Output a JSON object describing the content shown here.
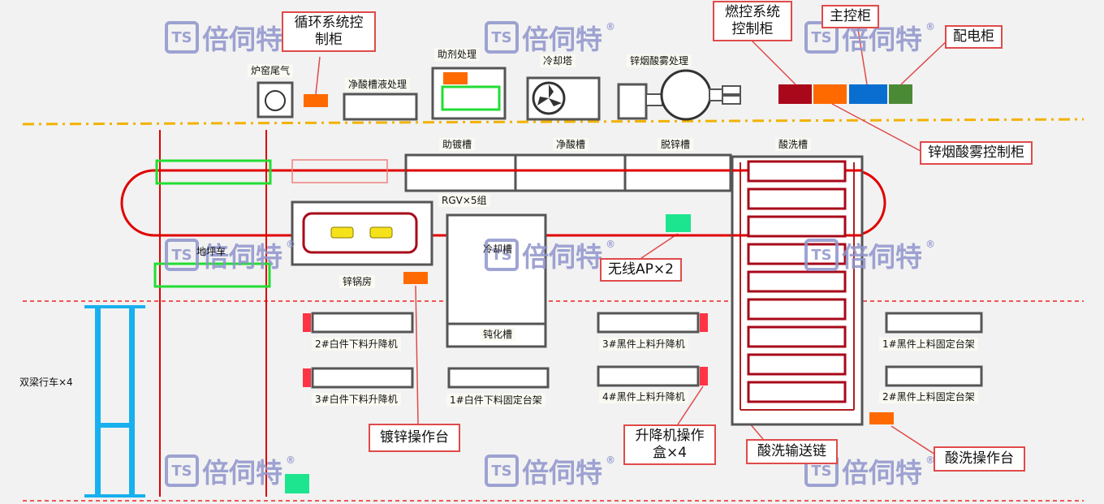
{
  "watermark": {
    "brand_text": "倍伺特",
    "reg_mark": "®",
    "logo_mark": "TS"
  },
  "areas": {
    "kiln_exhaust": "炉窑尾气",
    "acid_liquid": "净酸槽液处理",
    "flux_treatment": "助剂处理",
    "cooling_tower": "冷却塔",
    "zinc_fume_treatment": "锌烟酸雾处理",
    "flux_tank": "助镀槽",
    "clean_acid_tank": "净酸槽",
    "dezinc_tank": "脱锌槽",
    "pickling_tank": "酸洗槽",
    "rgv": "RGV×5组",
    "pit_car": "地坪车",
    "cooling_tank": "冷却槽",
    "zinc_pot_room": "锌锅房",
    "passivation_tank": "钝化槽",
    "white_lift_2": "2#白件下料升降机",
    "white_lift_3": "3#白件下料升降机",
    "white_rack_1": "1#白件下料固定台架",
    "black_lift_3": "3#黑件上料升降机",
    "black_lift_4": "4#黑件上料升降机",
    "black_rack_1": "1#黑件上料固定台架",
    "black_rack_2": "2#黑件上料固定台架",
    "double_crane": "双梁行车×4"
  },
  "callouts": {
    "circulation_cabinet": "循环系统控制柜",
    "burner_cabinet": "燃控系统控制柜",
    "main_cabinet": "主控柜",
    "power_cabinet": "配电柜",
    "zinc_fume_cabinet": "锌烟酸雾控制柜",
    "wireless_ap": "无线AP×2",
    "galv_console": "镀锌操作台",
    "lift_box": "升降机操作盒×4",
    "pickling_chain": "酸洗输送链",
    "pickling_console": "酸洗操作台"
  },
  "colors": {
    "cabinet_darkred": "#a8081a",
    "cabinet_orange": "#ff6a00",
    "cabinet_blue": "#0a6ed0",
    "cabinet_green": "#4a8a34",
    "wireless_green": "#1de58f",
    "track_red": "#e00000",
    "rack_green": "#22dd33",
    "crane_blue": "#18b0ee",
    "yellow": "#f5e21a",
    "divider_yellow": "#f2b200",
    "divider_red": "#ee2222"
  }
}
